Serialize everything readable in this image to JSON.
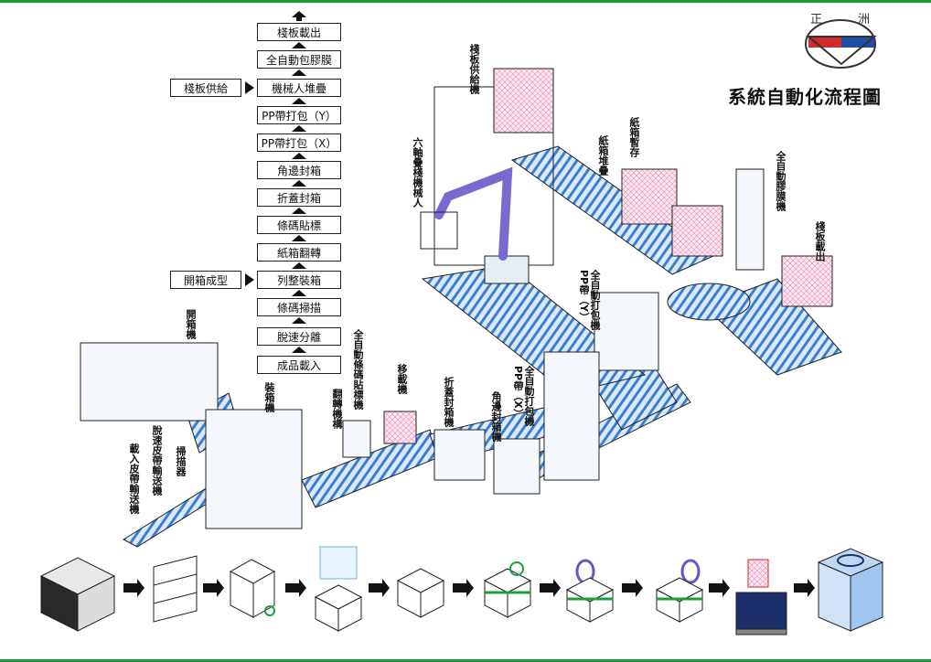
{
  "title": "系統自動化流程圖",
  "logo": {
    "left_char": "正",
    "right_char": "洲"
  },
  "flow_steps": [
    "棧板載出",
    "全自動包膠膜",
    "機械人堆疊",
    "PP帶打包（Y）",
    "PP帶打包（X）",
    "角邊封箱",
    "折蓋封箱",
    "條碼貼標",
    "紙箱翻轉",
    "列整裝箱",
    "條碼掃描",
    "脫速分離",
    "成品載入"
  ],
  "side_inputs": {
    "pallet_supply": "棧板供給",
    "carton_forming": "開箱成型"
  },
  "machine_labels": {
    "pallet_feeder": "棧板供給機",
    "robot": "六軸疊棧機械人",
    "carton_stack": "紙箱堆疊",
    "carton_buffer": "紙箱暫存",
    "wrapper": "全自動膠膜機",
    "pallet_out": "棧板載出",
    "pp_y": "全自動打包機PP帶（Y）",
    "pp_x": "全自動打包機PP帶（X）",
    "edge_sealer": "角邊封箱機",
    "fold_sealer": "折蓋封箱機",
    "transfer": "移載機",
    "labeler": "全自動條碼貼標機",
    "flipper": "翻轉機構",
    "packer": "裝箱機",
    "erector": "開箱機",
    "scanner": "掃描器",
    "separator": "脫速皮帶輸送機",
    "infeed": "載入皮帶輸送機"
  },
  "colors": {
    "border": "#1a9a3a",
    "conveyor": "#3a7fd0",
    "logo_red": "#d12b2b",
    "logo_blue": "#1e4fa8"
  }
}
